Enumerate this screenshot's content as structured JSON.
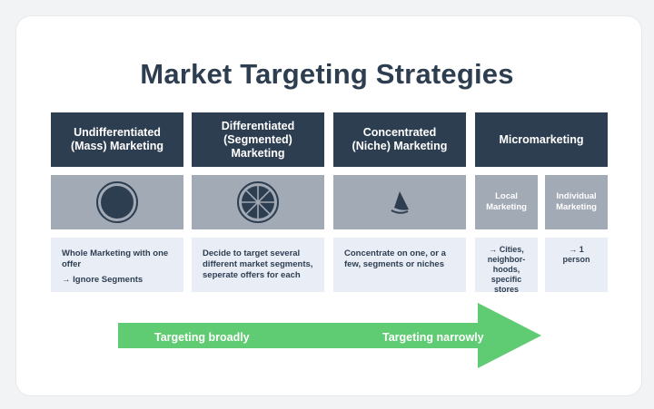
{
  "title": "Market Targeting Strategies",
  "columns": [
    {
      "header": "Undifferentiated\n(Mass) Marketing",
      "icon": "single-circle-icon",
      "description": [
        "Whole Marketing with one offer",
        "→ Ignore Segments"
      ]
    },
    {
      "header": "Differentiated\n(Segmented)\nMarketing",
      "icon": "segmented-circle-icon",
      "description": [
        "Decide to target several different market segments, seperate offers for each"
      ]
    },
    {
      "header": "Concentrated\n(Niche) Marketing",
      "icon": "slice-icon",
      "description": [
        "Concentrate on one, or a few, segments or niches"
      ]
    },
    {
      "header": "Micromarketing",
      "sub": [
        {
          "label": "Local\nMarketing",
          "description": "→ Cities,\nneighbor-\nhoods,\nspecific\nstores"
        },
        {
          "label": "Individual\nMarketing",
          "description": "→   1\nperson"
        }
      ]
    }
  ],
  "arrow": {
    "left_label": "Targeting broadly",
    "right_label": "Targeting narrowly",
    "color": "#5fcb72"
  },
  "colors": {
    "header": "#2e3e51",
    "icon_box": "#a2aab6",
    "desc_box": "#e8edf6"
  }
}
